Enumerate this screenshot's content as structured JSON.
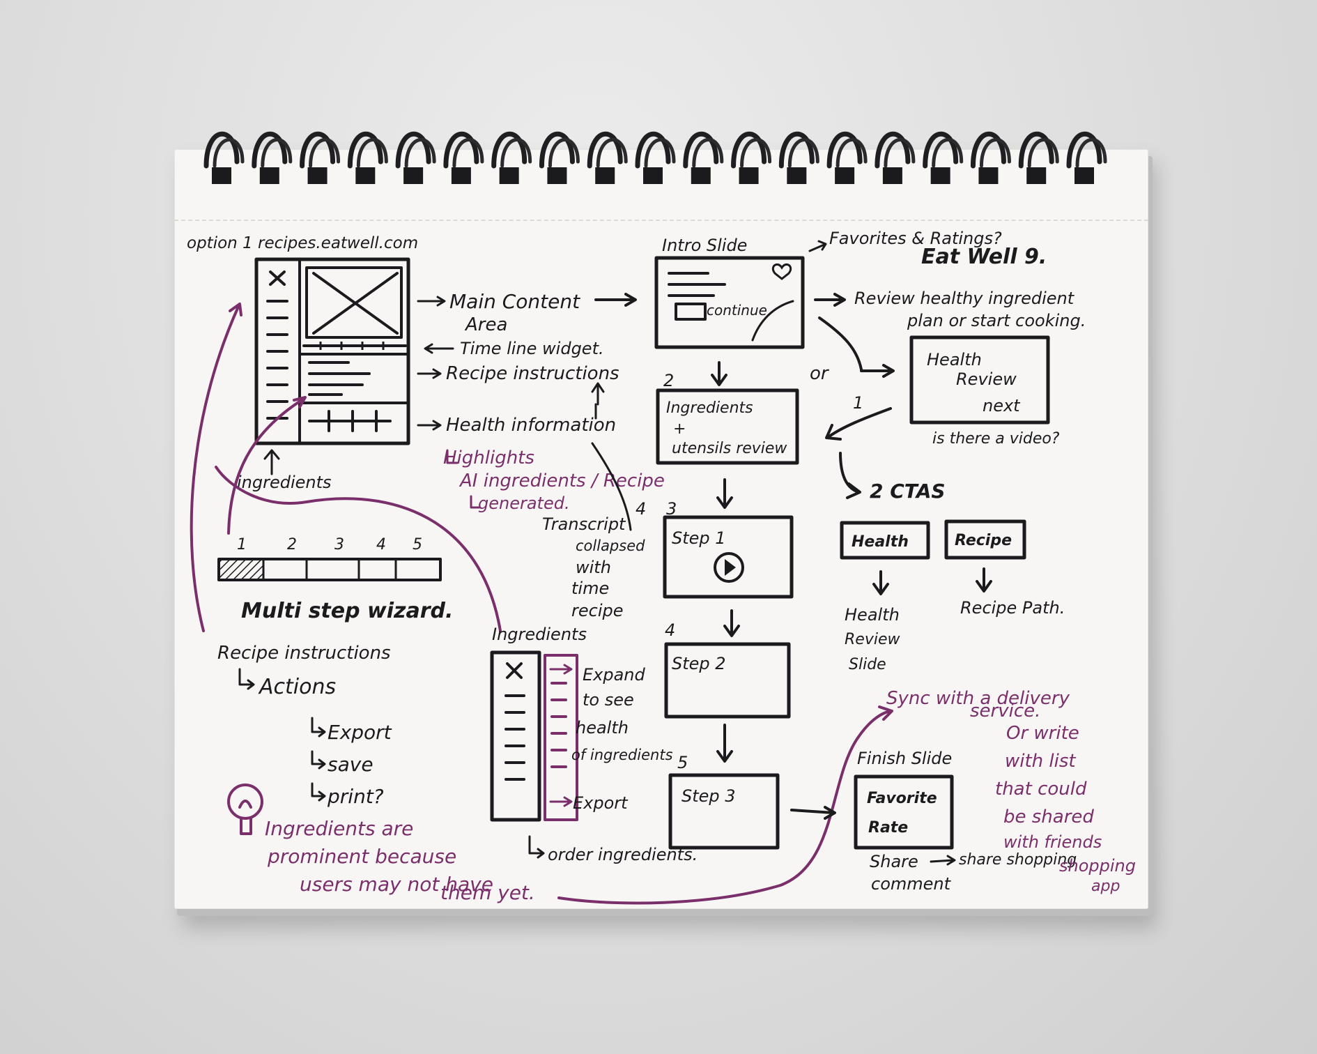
{
  "colors": {
    "ink": "#1b1a1c",
    "accent": "#7a2f6b",
    "paper": "#f7f6f4"
  },
  "icons": [
    "spiral-binding-icon",
    "close-x-icon",
    "heart-icon",
    "play-icon",
    "lightbulb-icon"
  ],
  "header": {
    "title": "option 1  recipes.eatwell.com",
    "favorites": "Favorites & Ratings?",
    "app_name": "Eat Well 9."
  },
  "layout_sketch": {
    "main_content": "Main Content",
    "area": "Area",
    "timeline": "Time line widget.",
    "recipe_instructions": "Recipe instructions",
    "health_information": "Health information",
    "ingredients": "ingredients",
    "highlight_1": "Highlights",
    "highlight_2": "AI ingredients / Recipe",
    "highlight_3": "generated."
  },
  "wizard": {
    "steps": [
      "1",
      "2",
      "3",
      "4",
      "5"
    ],
    "label": "Multi step wizard.",
    "progress_fraction": 0.2
  },
  "actions": {
    "title": "Recipe instructions",
    "actions": "Actions",
    "items": [
      "Export",
      "save",
      "print?"
    ]
  },
  "note_bulb": {
    "line1": "Ingredients are",
    "line2": "prominent because",
    "line3": "users may not have",
    "line4": "them yet."
  },
  "transcript": [
    "Transcript",
    "collapsed",
    "with",
    "time",
    "recipe"
  ],
  "ingredients_panel": {
    "title": "Ingredients",
    "expand": [
      "Expand",
      "to see",
      "health",
      "of ingredients"
    ],
    "export": "Export",
    "order": "order ingredients."
  },
  "flow": {
    "intro": "Intro Slide",
    "continue": "continue",
    "n2": "2",
    "ingredients_box": [
      "Ingredients",
      "+",
      "utensils review"
    ],
    "n3": "3",
    "n3b": "4",
    "step1": "Step 1",
    "n4": "4",
    "step2": "Step 2",
    "n5": "5",
    "step3": "Step 3"
  },
  "right": {
    "review_1": "Review healthy ingredient",
    "review_2": "plan or start cooking.",
    "or": "or",
    "one": "1",
    "health_box": [
      "Health",
      "Review",
      "next"
    ],
    "video": "is there a video?",
    "ctas": "2 CTAS",
    "cta_health": "Health",
    "cta_recipe": "Recipe",
    "health_slide": [
      "Health",
      "Review",
      "Slide"
    ],
    "recipe_path": "Recipe Path."
  },
  "finish": {
    "sync_1": "Sync with a delivery",
    "sync_2": "service.",
    "or_note": [
      "Or write",
      "with list",
      "that could",
      "be shared",
      "with friends"
    ],
    "finish_slide": "Finish Slide",
    "favorite": "Favorite",
    "rate": "Rate",
    "share": "Share",
    "comment": "comment",
    "share_shopping": "share shopping",
    "shopping": "shopping",
    "app": "app"
  }
}
